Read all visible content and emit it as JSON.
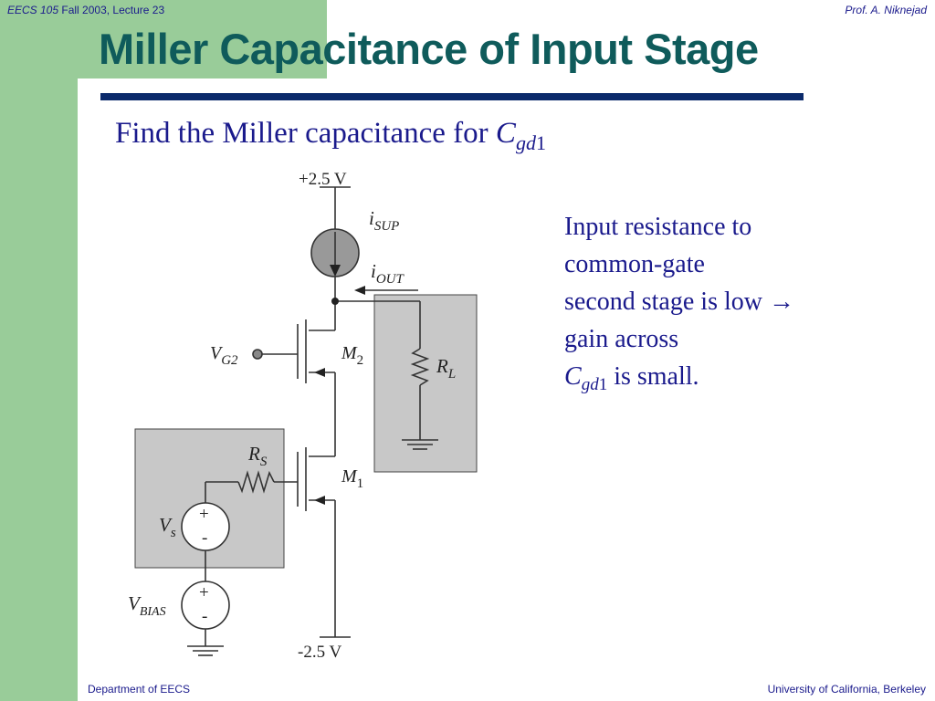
{
  "header": {
    "course": "EECS 105",
    "session": " Fall 2003, Lecture 23",
    "author": "Prof. A. Niknejad"
  },
  "slide": {
    "title": "Miller Capacitance of Input Stage",
    "subtitle_text": "Find the Miller capacitance for ",
    "subtitle_symbol": "C",
    "subtitle_subscript": "gd",
    "subtitle_suffix": "1"
  },
  "note": {
    "line1": "Input resistance to",
    "line2": "common-gate",
    "line3": "second stage is low ",
    "arrow_glyph": "→",
    "line4": "gain across",
    "symbol": "C",
    "subscript": "gd",
    "subscript_suffix": "1",
    "line5_rest": " is small."
  },
  "circuit": {
    "vdd": "+2.5 V",
    "vss": "-2.5 V",
    "i_sup_main": "i",
    "i_sup_sub": "SUP",
    "i_out_main": "i",
    "i_out_sub": "OUT",
    "vg2_main": "V",
    "vg2_sub": "G2",
    "m2_main": "M",
    "m2_sub": "2",
    "m1_main": "M",
    "m1_sub": "1",
    "rl_main": "R",
    "rl_sub": "L",
    "rs_main": "R",
    "rs_sub": "S",
    "vs_main": "V",
    "vs_sub": "s",
    "vbias_main": "V",
    "vbias_sub": "BIAS",
    "plus": "+",
    "minus": "-"
  },
  "footer": {
    "left": "Department of EECS",
    "right": "University of California, Berkeley"
  },
  "colors": {
    "accent_green": "#99cc99",
    "title_teal": "#0f5b5b",
    "text_navy": "#1a1a8c",
    "rule_navy": "#0b2a6b",
    "shade_gray": "#c8c8c8"
  }
}
